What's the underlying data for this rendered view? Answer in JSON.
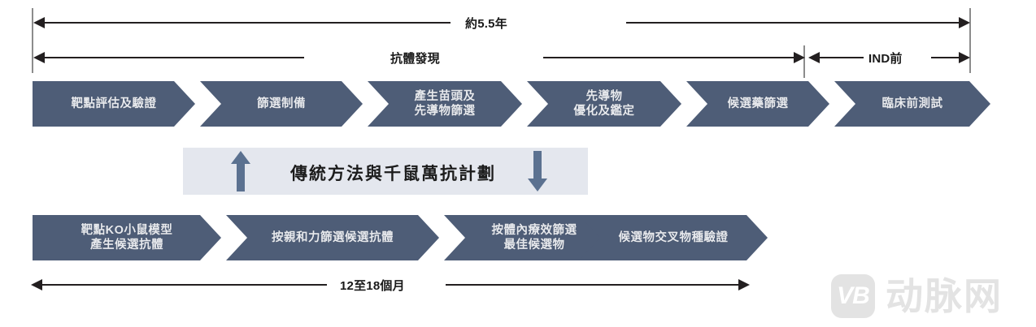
{
  "figure": {
    "title_watermark": "动脉网",
    "watermark_badge": "VB",
    "colors": {
      "chevron_fill": "#4e5d77",
      "chevron_text": "#e8eaee",
      "banner_bg": "#e4e7ee",
      "arrow_dark": "#231f20",
      "tick_gray": "#8c8c8c",
      "vertical_arrow": "#5b7190",
      "watermark_gray": "#e3e3e3"
    }
  },
  "top_measures": {
    "total": {
      "label": "約5.5年"
    },
    "discovery": {
      "label": "抗體發現"
    },
    "preind": {
      "label": "IND前"
    }
  },
  "bottom_measures": {
    "duration": {
      "label": "12至18個月"
    }
  },
  "traditional_process": {
    "steps": [
      {
        "lines": [
          "靶點評估及驗證"
        ]
      },
      {
        "lines": [
          "篩選制備"
        ]
      },
      {
        "lines": [
          "產生苗頭及",
          "先導物篩選"
        ]
      },
      {
        "lines": [
          "先導物",
          "優化及鑑定"
        ]
      },
      {
        "lines": [
          "候選藥篩選"
        ]
      },
      {
        "lines": [
          "臨床前測試"
        ]
      }
    ]
  },
  "banner": {
    "title": "傳統方法與千鼠萬抗計劃",
    "up_arrow": "up-arrow-icon",
    "down_arrow": "down-arrow-icon"
  },
  "platform_process": {
    "steps": [
      {
        "lines": [
          "靶點KO小鼠模型",
          "產生候選抗體"
        ]
      },
      {
        "lines": [
          "按親和力篩選候選抗體"
        ]
      },
      {
        "lines": [
          "按體內療效篩選",
          "最佳候選物"
        ]
      },
      {
        "lines": [
          "候選物交叉物種驗證"
        ]
      }
    ]
  }
}
